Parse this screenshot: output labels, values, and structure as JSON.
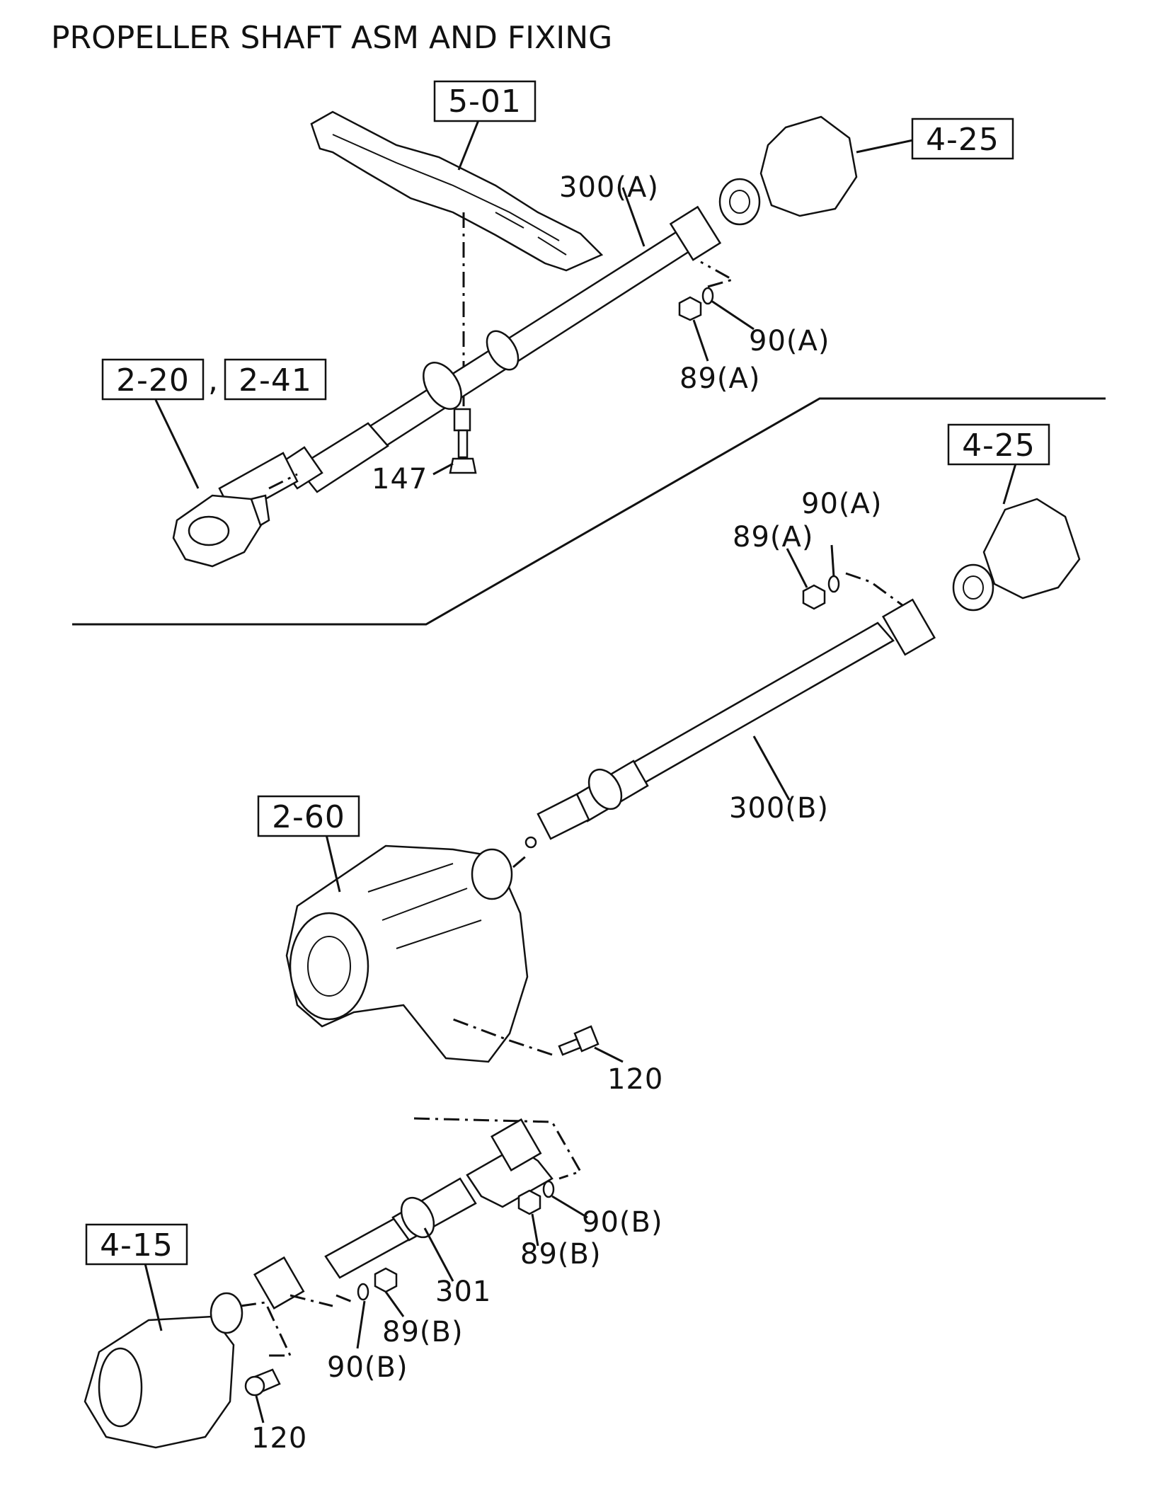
{
  "title": "PROPELLER SHAFT ASM AND FIXING",
  "refs": {
    "r501": "5-01",
    "r425a": "4-25",
    "r220": "2-20",
    "r241": "2-41",
    "r425b": "4-25",
    "r260": "2-60",
    "r415": "4-15",
    "comma": ","
  },
  "parts": {
    "p300a": "300(A)",
    "p90a_top": "90(A)",
    "p89a_top": "89(A)",
    "p147": "147",
    "p90a_mid": "90(A)",
    "p89a_mid": "89(A)",
    "p300b": "300(B)",
    "p120_mid": "120",
    "p90b_r": "90(B)",
    "p89b_r": "89(B)",
    "p301": "301",
    "p89b_l": "89(B)",
    "p90b_l": "90(B)",
    "p120_bot": "120"
  }
}
